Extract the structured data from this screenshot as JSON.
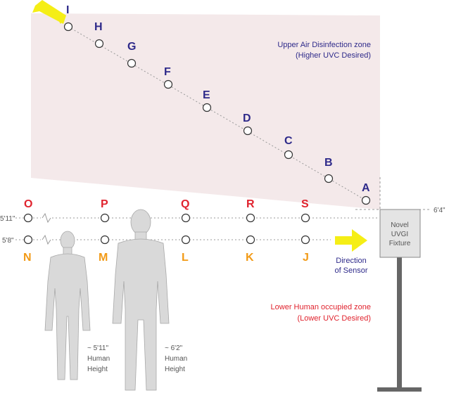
{
  "colors": {
    "zone_fill": "#f4e9ea",
    "upper_labels": "#2e2a8a",
    "lower_top_labels": "#e0232e",
    "lower_bottom_labels": "#f29a16",
    "arrow": "#f5ee16",
    "silhouette": "#d9d9d9",
    "pole": "#666666"
  },
  "upper_points": [
    "I",
    "H",
    "G",
    "F",
    "E",
    "D",
    "C",
    "B",
    "A"
  ],
  "row_top": [
    "O",
    "P",
    "Q",
    "R",
    "S"
  ],
  "row_bottom": [
    "N",
    "M",
    "L",
    "K",
    "J"
  ],
  "measurements": {
    "top_left": "5'11\"",
    "bottom_left": "5'8\"",
    "right": "6'4\""
  },
  "upper_zone": {
    "line1": "Upper Air Disinfection zone",
    "line2": "(Higher UVC Desired)"
  },
  "lower_zone": {
    "line1": "Lower Human occupied zone",
    "line2": "(Lower UVC Desired)"
  },
  "sensor": {
    "line1": "Direction",
    "line2": "of Sensor"
  },
  "fixture": {
    "line1": "Novel",
    "line2": "UVGI",
    "line3": "Fixture"
  },
  "human_short": {
    "line1": "~ 5'11\"",
    "line2": "Human",
    "line3": "Height"
  },
  "human_tall": {
    "line1": "~ 6'2\"",
    "line2": "Human",
    "line3": "Height"
  }
}
